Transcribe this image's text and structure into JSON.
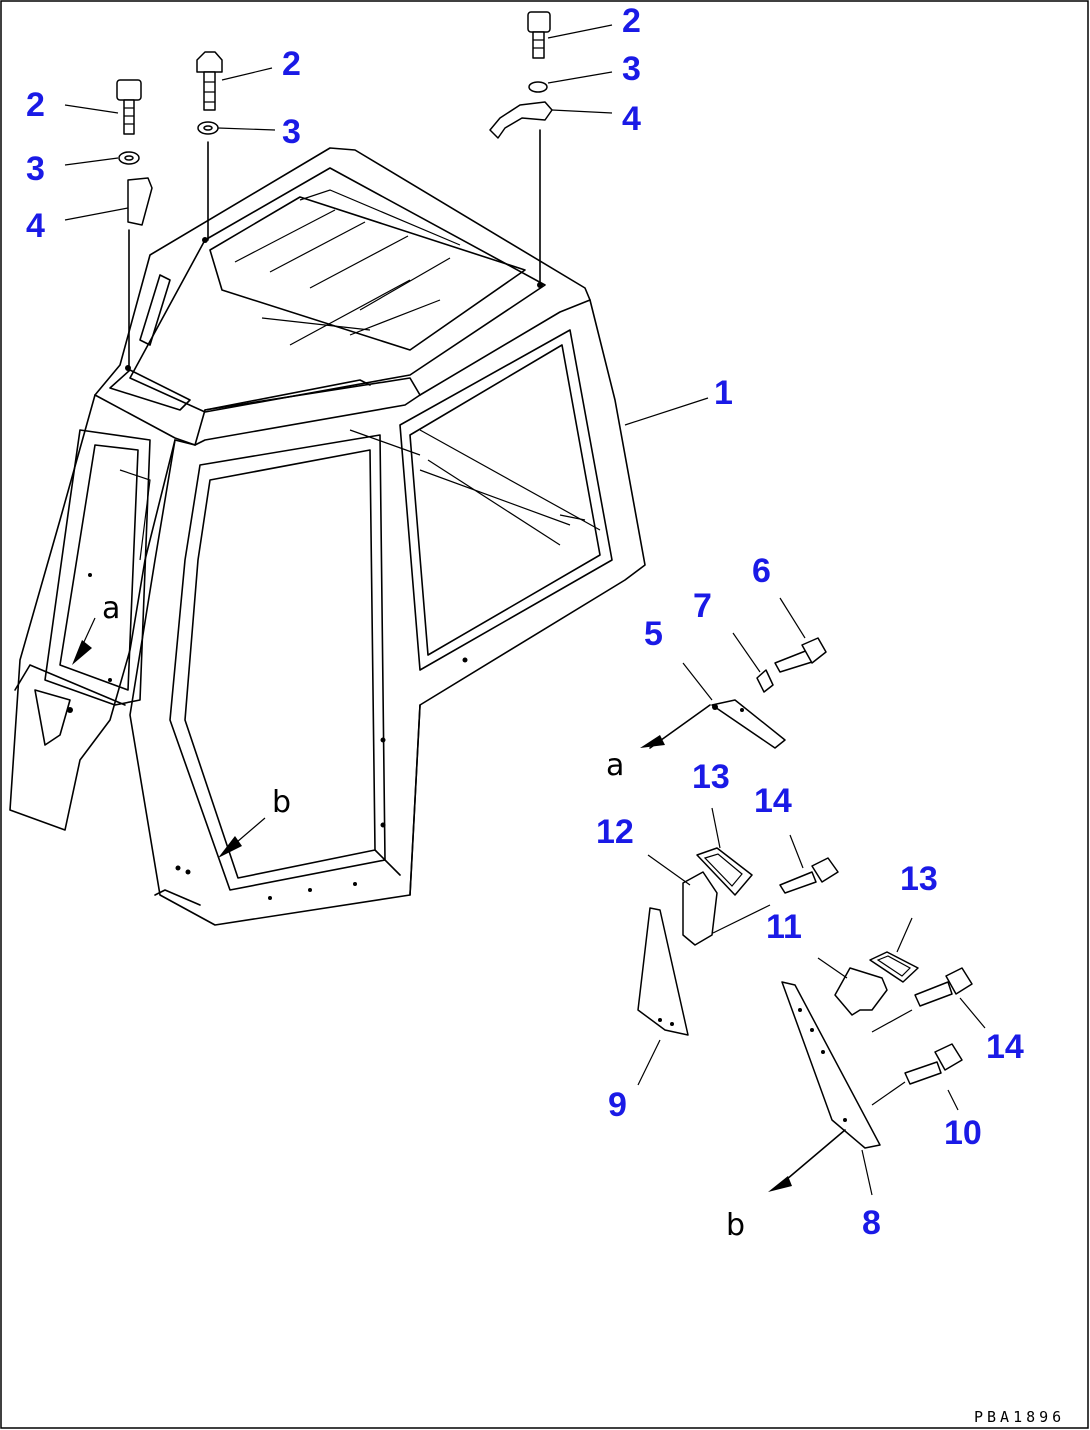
{
  "diagram": {
    "callouts": [
      {
        "id": "c2a",
        "text": "2"
      },
      {
        "id": "c3a",
        "text": "3"
      },
      {
        "id": "c4a",
        "text": "4"
      },
      {
        "id": "c2b",
        "text": "2"
      },
      {
        "id": "c3b",
        "text": "3"
      },
      {
        "id": "c2c",
        "text": "2"
      },
      {
        "id": "c3c",
        "text": "3"
      },
      {
        "id": "c4c",
        "text": "4"
      },
      {
        "id": "c1",
        "text": "1"
      },
      {
        "id": "c6",
        "text": "6"
      },
      {
        "id": "c7",
        "text": "7"
      },
      {
        "id": "c5",
        "text": "5"
      },
      {
        "id": "c13a",
        "text": "13"
      },
      {
        "id": "c14a",
        "text": "14"
      },
      {
        "id": "c12",
        "text": "12"
      },
      {
        "id": "c13b",
        "text": "13"
      },
      {
        "id": "c11",
        "text": "11"
      },
      {
        "id": "c14b",
        "text": "14"
      },
      {
        "id": "c9",
        "text": "9"
      },
      {
        "id": "c10",
        "text": "10"
      },
      {
        "id": "c8",
        "text": "8"
      }
    ],
    "view_refs": [
      {
        "id": "ra1",
        "text": "a"
      },
      {
        "id": "rb1",
        "text": "b"
      },
      {
        "id": "ra2",
        "text": "a"
      },
      {
        "id": "rb2",
        "text": "b"
      }
    ],
    "drawing_code": "PBA1896"
  }
}
